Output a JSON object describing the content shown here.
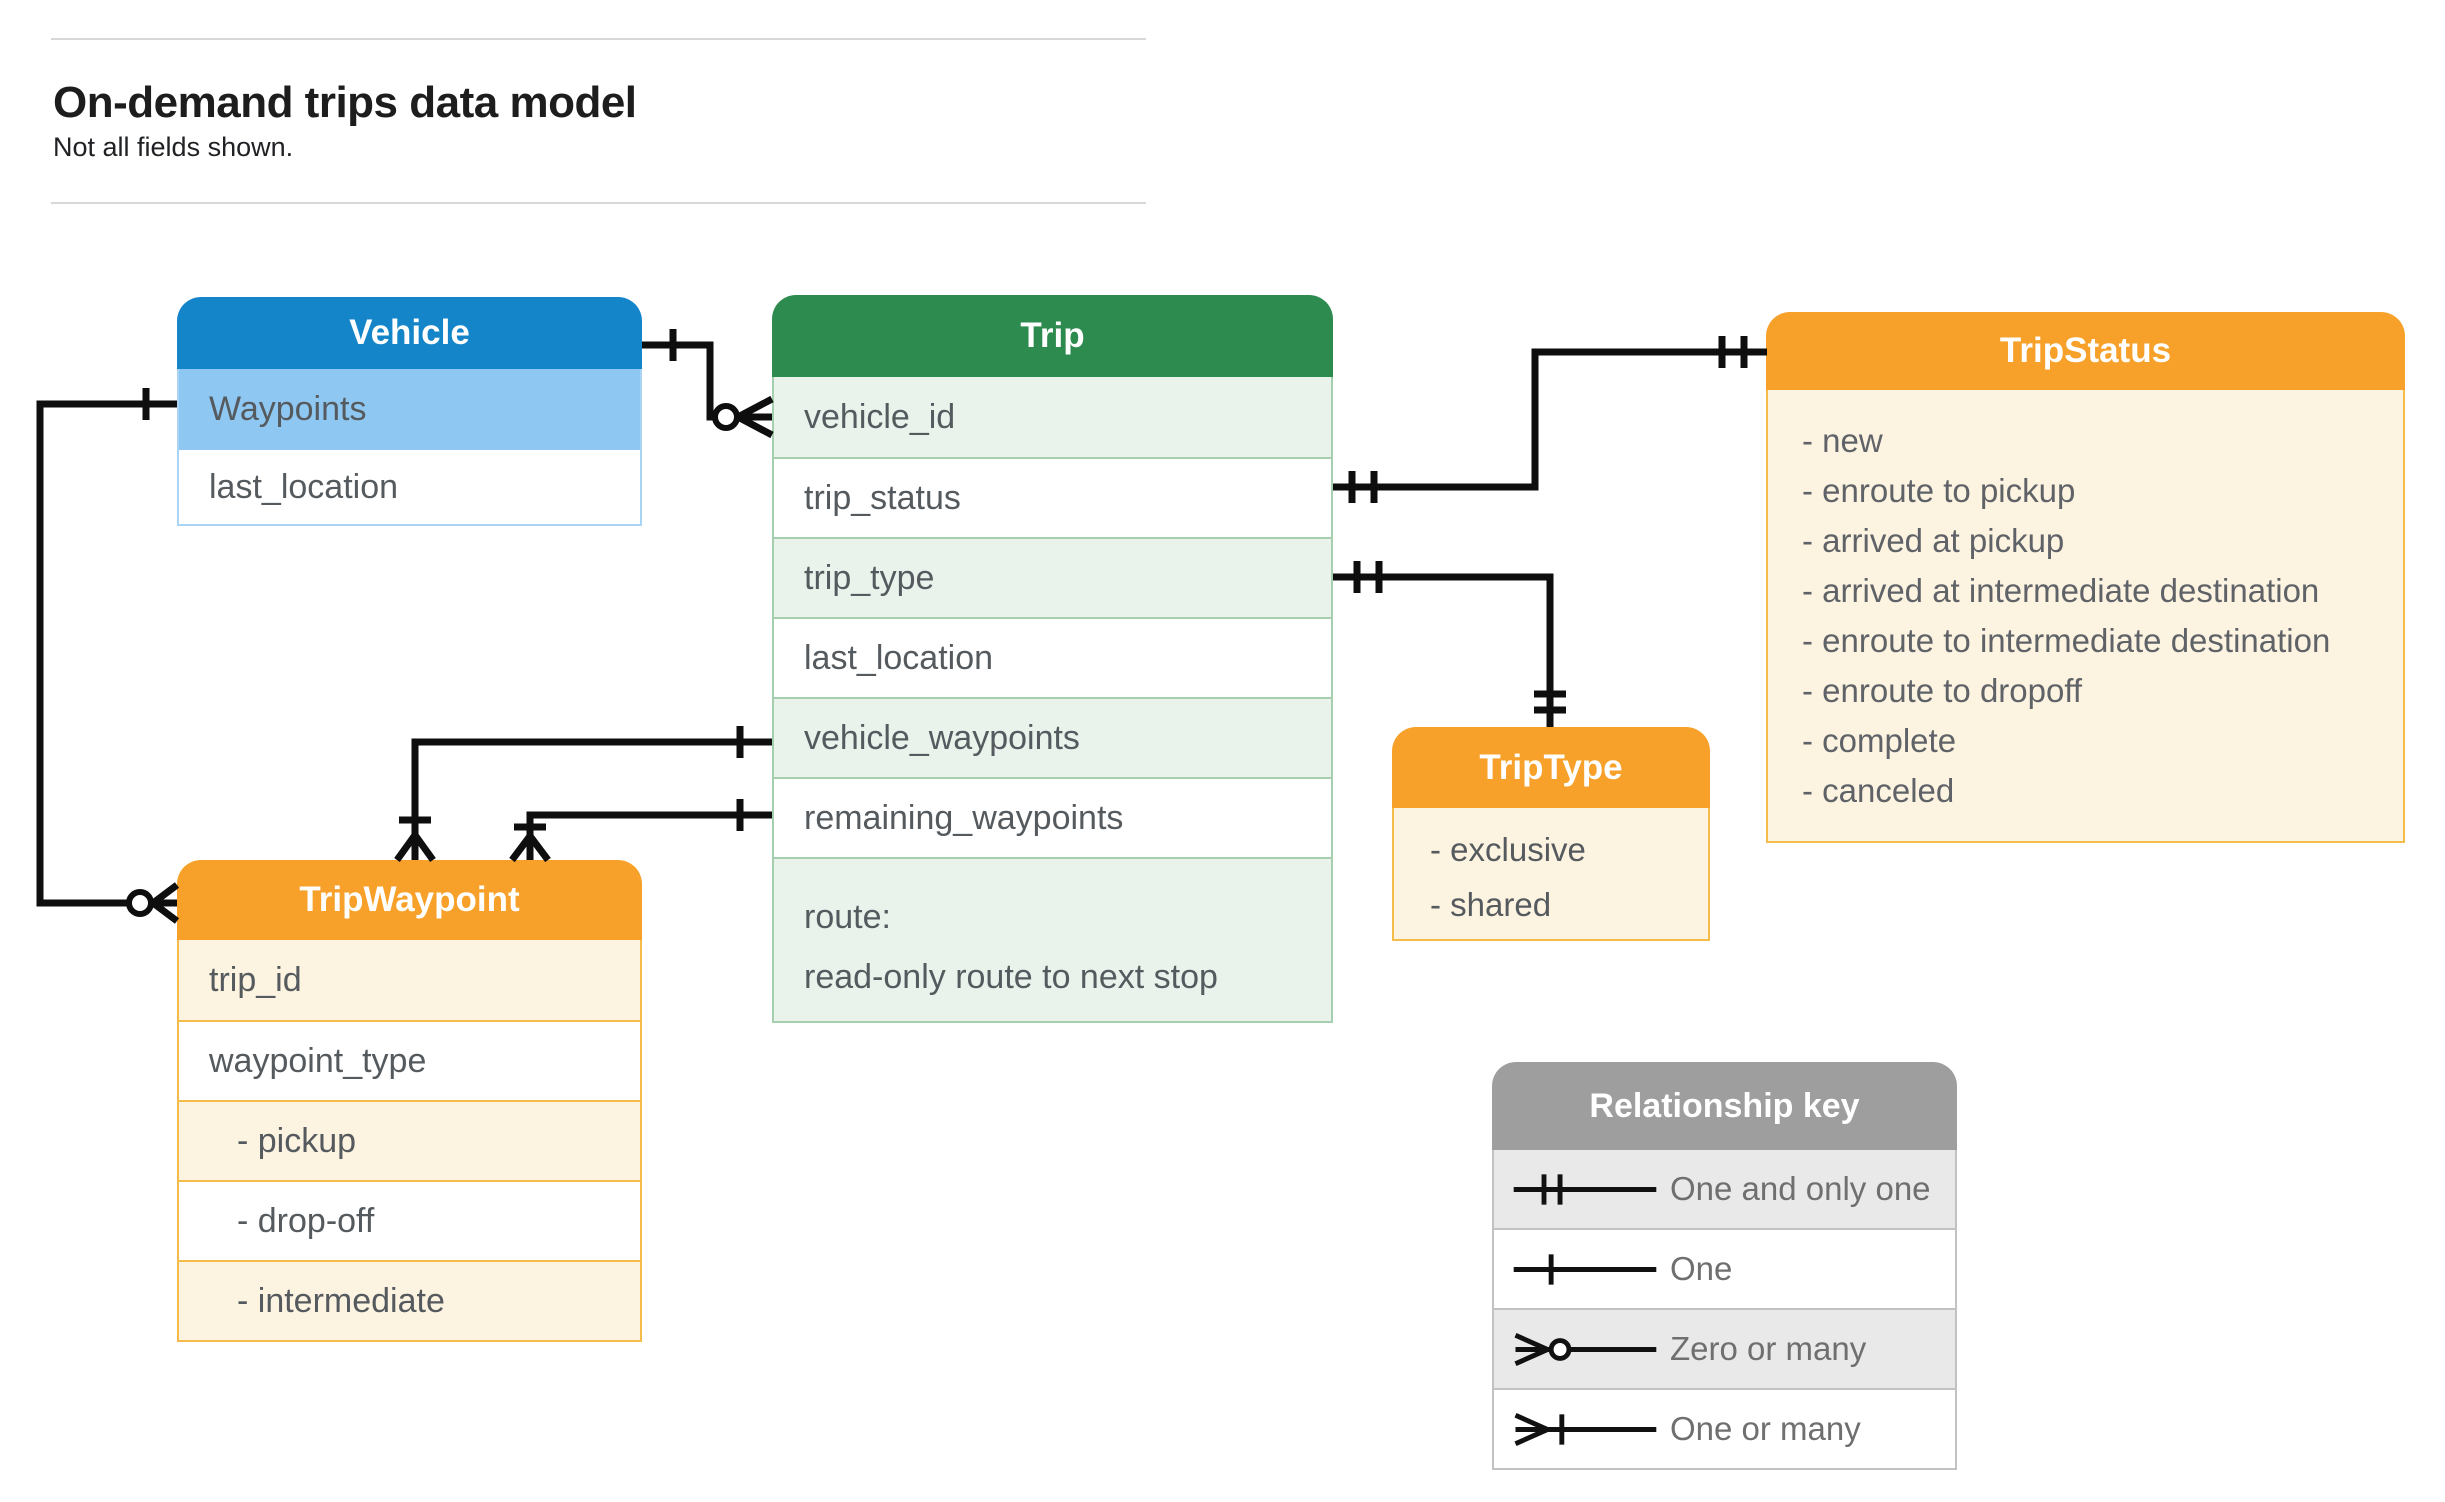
{
  "header": {
    "title": "On-demand trips data model",
    "subtitle": "Not all fields shown."
  },
  "entities": {
    "vehicle": {
      "title": "Vehicle",
      "fields": [
        "Waypoints",
        "last_location"
      ]
    },
    "trip": {
      "title": "Trip",
      "fields": [
        "vehicle_id",
        "trip_status",
        "trip_type",
        "last_location",
        "vehicle_waypoints",
        "remaining_waypoints"
      ],
      "route_field": {
        "name": "route:",
        "description": "read-only route to next stop"
      }
    },
    "tripStatus": {
      "title": "TripStatus",
      "values": [
        "- new",
        "- enroute to pickup",
        "- arrived at pickup",
        "- arrived at intermediate destination",
        "- enroute to intermediate destination",
        "- enroute to dropoff",
        "- complete",
        "- canceled"
      ]
    },
    "tripType": {
      "title": "TripType",
      "values": [
        "- exclusive",
        "- shared"
      ]
    },
    "tripWaypoint": {
      "title": "TripWaypoint",
      "fields": [
        "trip_id",
        "waypoint_type"
      ],
      "values": [
        "- pickup",
        "- drop-off",
        "- intermediate"
      ]
    }
  },
  "legend": {
    "title": "Relationship key",
    "items": [
      {
        "symbol": "one-and-only-one",
        "label": "One and only one"
      },
      {
        "symbol": "one",
        "label": "One"
      },
      {
        "symbol": "zero-or-many",
        "label": "Zero or many"
      },
      {
        "symbol": "one-or-many",
        "label": "One or many"
      }
    ]
  },
  "colors": {
    "vehicle_header": "#1385c8",
    "vehicle_highlight": "#8ec7f1",
    "trip_header": "#2e8b4f",
    "trip_row_tint": "#e9f3ec",
    "orange_header": "#f7a12a",
    "orange_row_tint": "#fdf3e1",
    "legend_header": "#9e9e9e",
    "legend_row_tint": "#e9e9e9",
    "connector": "#0e0e0e"
  }
}
